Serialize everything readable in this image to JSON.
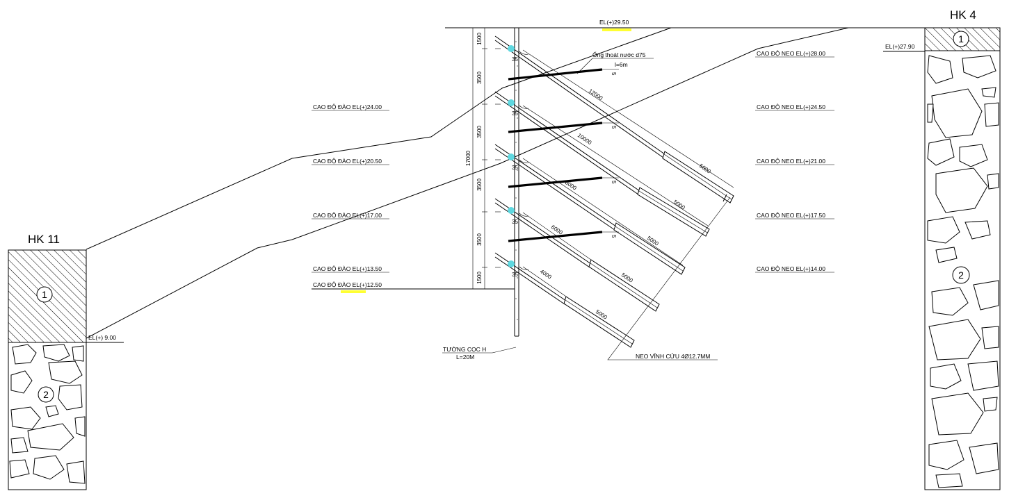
{
  "boreholes": {
    "left": {
      "name": "HK 11",
      "layer1": "1",
      "layer2": "2",
      "level_label": "EL(+) 9.00"
    },
    "right": {
      "name": "HK 4",
      "layer1": "1",
      "layer2": "2",
      "level_label": "EL(+)27.90"
    }
  },
  "ground_level": "EL(+)29.50",
  "excavation_levels": [
    "CAO ĐỘ ĐÀO EL(+)24.00",
    "CAO ĐỘ ĐÀO EL(+)20.50",
    "CAO ĐỘ ĐÀO EL(+)17.00",
    "CAO ĐỘ ĐÀO EL(+)13.50",
    "CAO ĐỘ ĐÀO EL(+)12.50"
  ],
  "anchor_levels": [
    "CAO ĐỘ NEO EL(+)28.00",
    "CAO ĐỘ NEO EL(+)24.50",
    "CAO ĐỘ NEO EL(+)21.00",
    "CAO ĐỘ NEO EL(+)17.50",
    "CAO ĐỘ NEO EL(+)14.00"
  ],
  "vertical_dims": [
    "1500",
    "3500",
    "3500",
    "3500",
    "3500",
    "1500"
  ],
  "total_dim": "17000",
  "anchor_free_lengths": [
    "12000",
    "10000",
    "8000",
    "6000",
    "4000"
  ],
  "anchor_bond_length": "5000",
  "anchor_angle": "35",
  "drain_angle": "5",
  "drain_pipe": {
    "name": "Ống thoát nước d75",
    "length": "l=6m"
  },
  "wall": {
    "name": "TƯỜNG CỌC H",
    "length": "L=20M"
  },
  "permanent_anchor": "NEO VĨNH CỬU 4Ø12.7MM",
  "colors": {
    "line": "#000000",
    "highlight": "#ffff33",
    "anchor_head": "#5fd8e0"
  }
}
